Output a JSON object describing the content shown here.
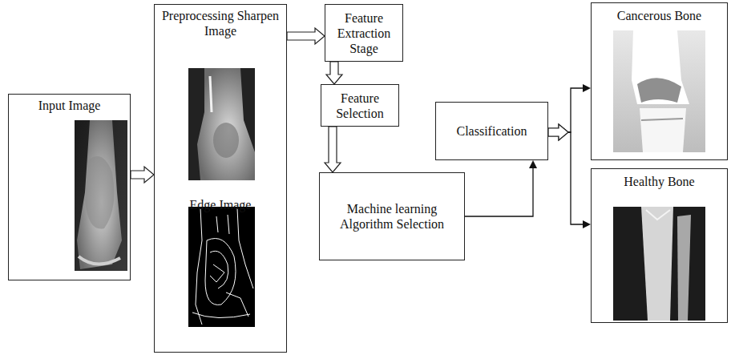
{
  "diagram": {
    "nodes": [
      {
        "text": [
          "Input Image"
        ]
      },
      {
        "text": [
          "Preprocessing Sharpen Image",
          "Edge Image"
        ]
      },
      {
        "text": [
          "Feature Extraction Stage"
        ]
      },
      {
        "text": [
          "Feature Selection"
        ]
      },
      {
        "text": [
          "Machine learning Algorithm Selection"
        ]
      },
      {
        "text": [
          "Classification"
        ]
      },
      {
        "text": [
          "Cancerous Bone"
        ]
      },
      {
        "text": [
          "Healthy Bone"
        ]
      }
    ],
    "edges": [
      {
        "from": 0,
        "to": 1,
        "arrow": "to"
      },
      {
        "from": 1,
        "to": 2,
        "arrow": "to"
      },
      {
        "from": 2,
        "to": 3,
        "arrow": "to"
      },
      {
        "from": 3,
        "to": 4,
        "arrow": "to"
      },
      {
        "from": 4,
        "to": 5,
        "arrow": "to"
      },
      {
        "from": 5,
        "to": 6,
        "arrow": "to"
      },
      {
        "from": 5,
        "to": 7,
        "arrow": "to"
      }
    ]
  }
}
